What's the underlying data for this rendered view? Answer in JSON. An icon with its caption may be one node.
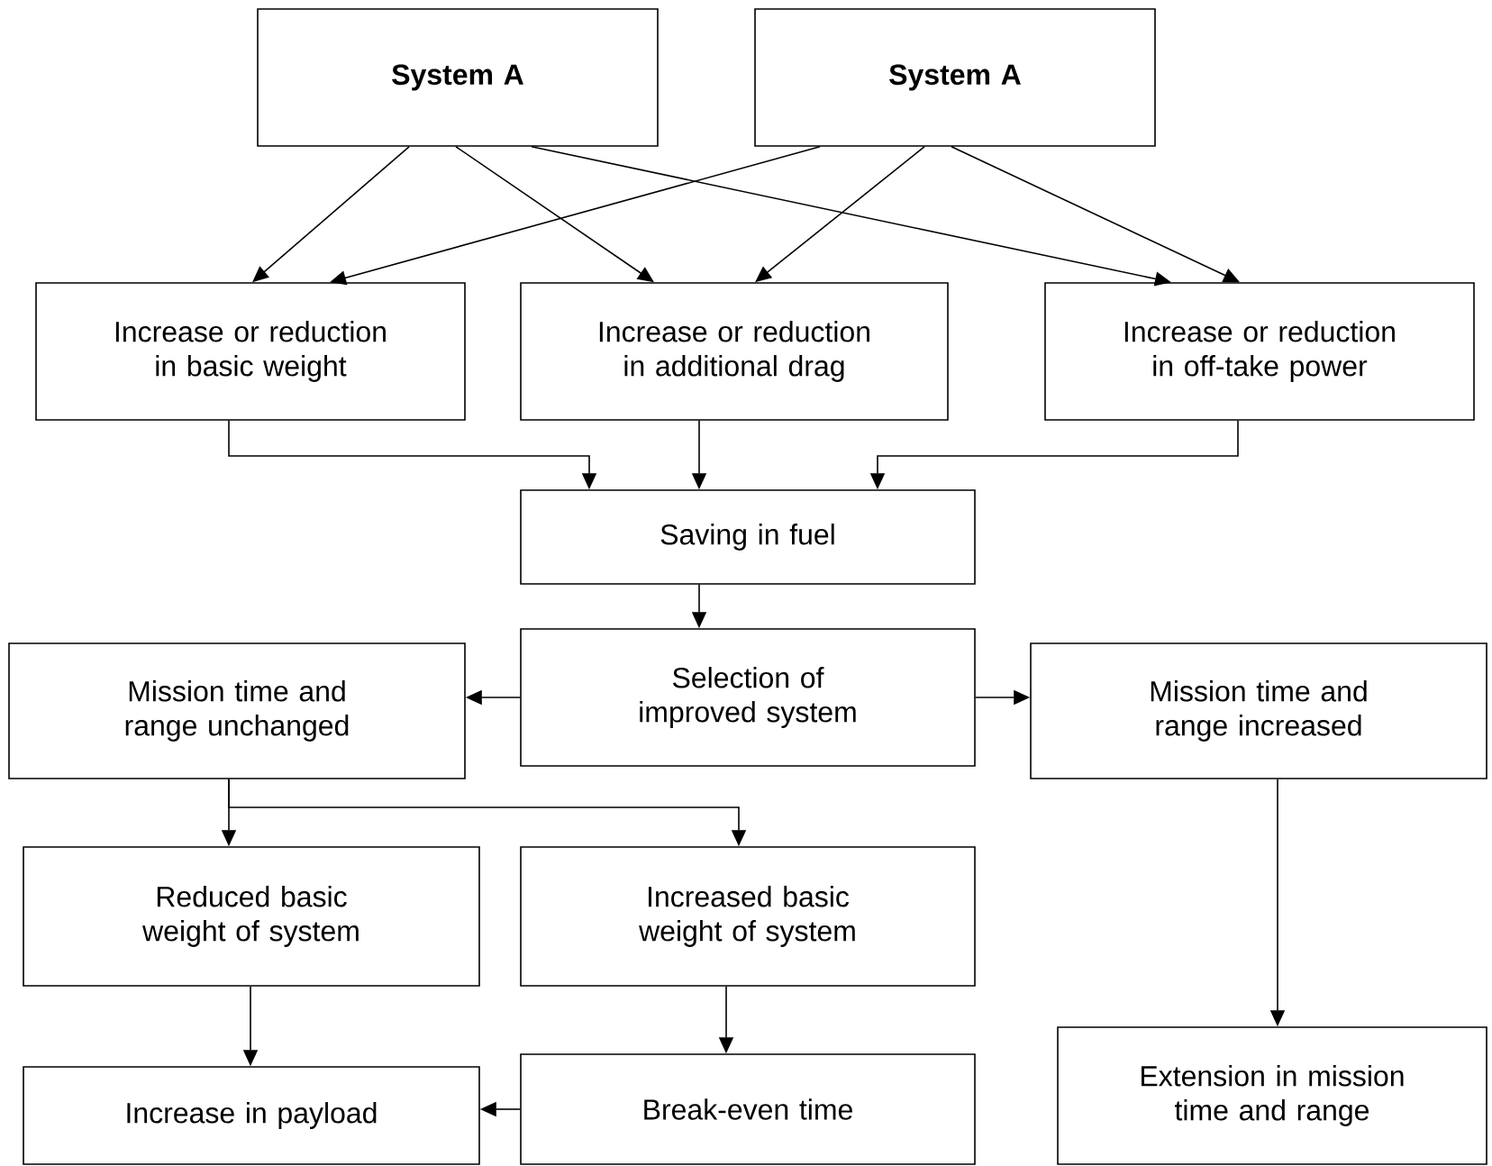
{
  "diagram": {
    "nodes": [
      {
        "text": [
          "System A"
        ]
      },
      {
        "text": [
          "System A"
        ]
      },
      {
        "text": [
          "Increase or reduction in basic weight"
        ]
      },
      {
        "text": [
          "Increase or reduction in additional drag"
        ]
      },
      {
        "text": [
          "Increase or reduction in off-take power"
        ]
      },
      {
        "text": [
          "Saving in fuel"
        ]
      },
      {
        "text": [
          "Selection of improved system"
        ]
      },
      {
        "text": [
          "Mission time and range unchanged"
        ]
      },
      {
        "text": [
          "Mission time and range increased"
        ]
      },
      {
        "text": [
          "Reduced basic weight of system"
        ]
      },
      {
        "text": [
          "Increased basic weight of system"
        ]
      },
      {
        "text": [
          "Increase in payload"
        ]
      },
      {
        "text": [
          "Break-even time"
        ]
      },
      {
        "text": [
          "Extension in mission time and range"
        ]
      }
    ],
    "edges": [
      {
        "from": 0,
        "to": 2,
        "arrow": "to"
      },
      {
        "from": 0,
        "to": 3,
        "arrow": "to"
      },
      {
        "from": 0,
        "to": 4,
        "arrow": "to"
      },
      {
        "from": 1,
        "to": 2,
        "arrow": "to"
      },
      {
        "from": 1,
        "to": 3,
        "arrow": "to"
      },
      {
        "from": 1,
        "to": 4,
        "arrow": "to"
      },
      {
        "from": 2,
        "to": 5,
        "arrow": "to"
      },
      {
        "from": 3,
        "to": 5,
        "arrow": "to"
      },
      {
        "from": 4,
        "to": 5,
        "arrow": "to"
      },
      {
        "from": 5,
        "to": 6,
        "arrow": "to"
      },
      {
        "from": 6,
        "to": 7,
        "arrow": "to"
      },
      {
        "from": 6,
        "to": 8,
        "arrow": "to"
      },
      {
        "from": 7,
        "to": 9,
        "arrow": "to"
      },
      {
        "from": 7,
        "to": 10,
        "arrow": "to"
      },
      {
        "from": 9,
        "to": 11,
        "arrow": "to"
      },
      {
        "from": 10,
        "to": 12,
        "arrow": "to"
      },
      {
        "from": 12,
        "to": 11,
        "arrow": "to"
      },
      {
        "from": 8,
        "to": 13,
        "arrow": "to"
      }
    ]
  }
}
